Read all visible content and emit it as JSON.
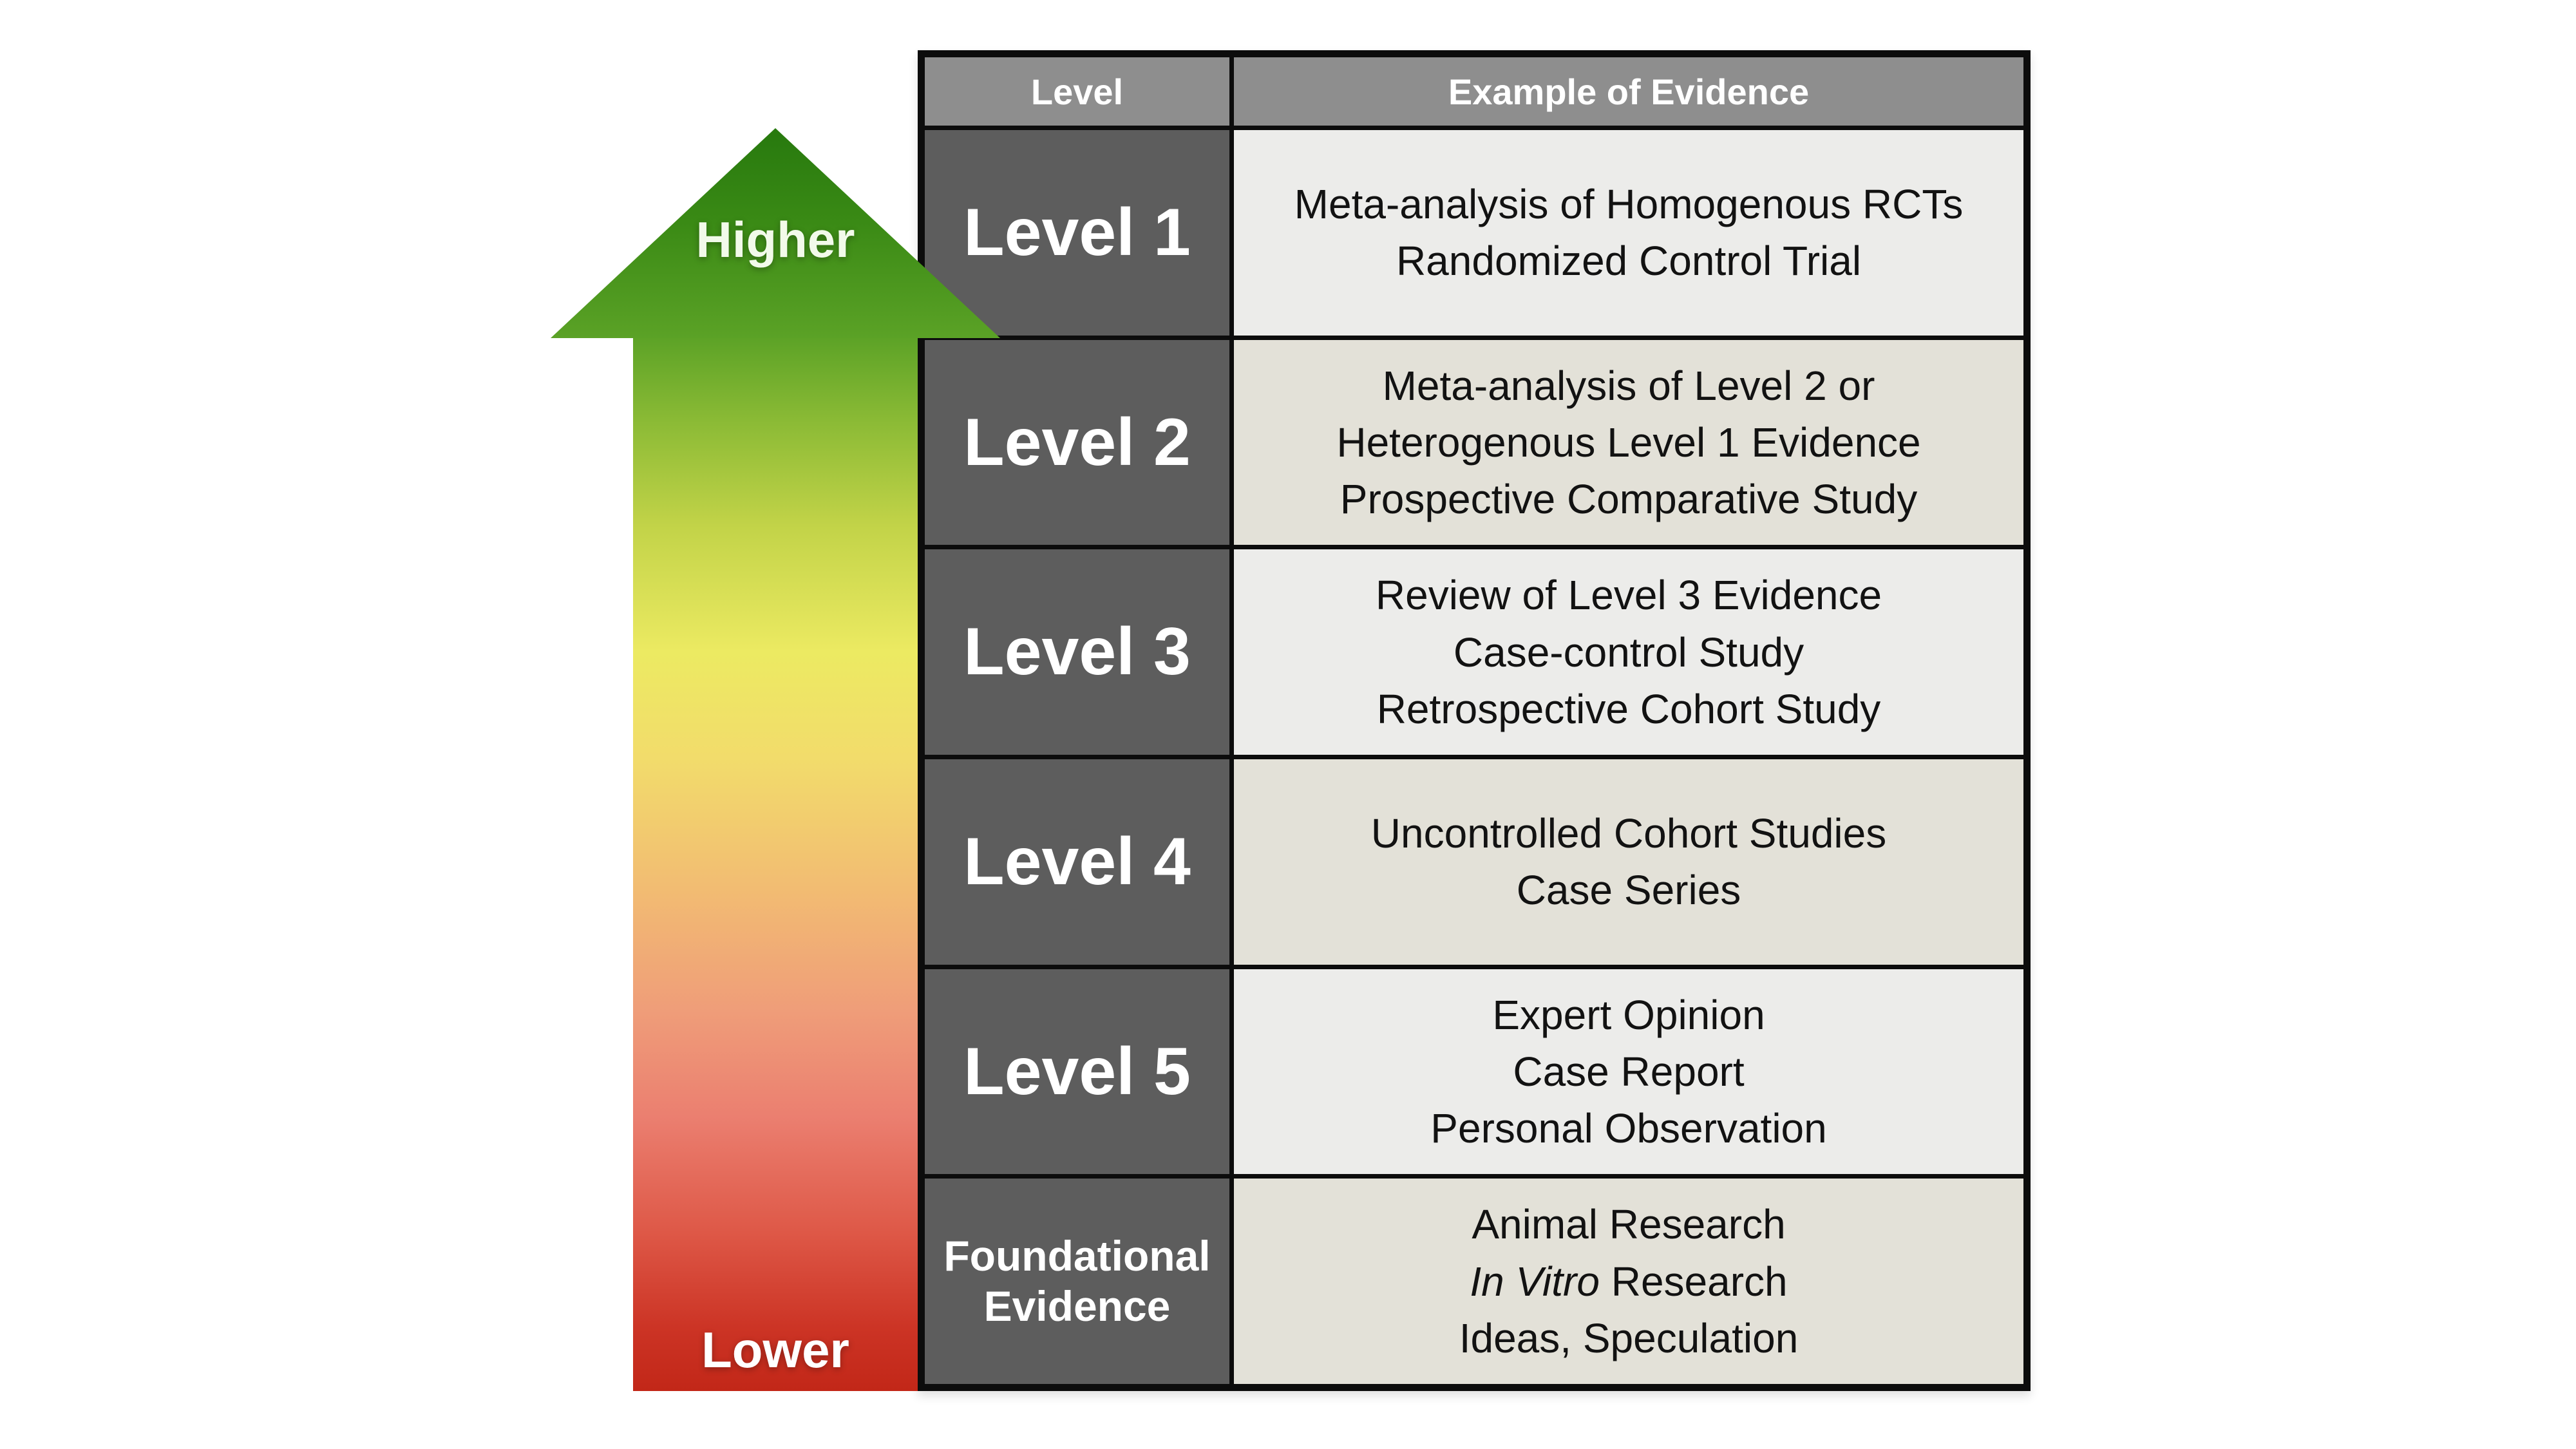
{
  "arrow": {
    "higher_label": "Higher",
    "lower_label": "Lower",
    "direction": "up",
    "gradient_top_color": "#27790e",
    "gradient_mid_color": "#ecea62",
    "gradient_bottom_color": "#c22718"
  },
  "table": {
    "headers": {
      "level": "Level",
      "evidence": "Example of Evidence"
    },
    "rows": [
      {
        "level": "Level 1",
        "lines": [
          "Meta-analysis of Homogenous RCTs",
          "Randomized Control Trial"
        ]
      },
      {
        "level": "Level 2",
        "lines": [
          "Meta-analysis of Level 2 or",
          "Heterogenous Level 1 Evidence",
          "Prospective Comparative Study"
        ]
      },
      {
        "level": "Level 3",
        "lines": [
          "Review of Level 3 Evidence",
          "Case-control Study",
          "Retrospective Cohort Study"
        ]
      },
      {
        "level": "Level 4",
        "lines": [
          "Uncontrolled Cohort Studies",
          "Case Series"
        ]
      },
      {
        "level": "Level 5",
        "lines": [
          "Expert Opinion",
          "Case Report",
          "Personal Observation"
        ]
      },
      {
        "level": "Foundational Evidence",
        "lines": [
          "Animal Research",
          "In Vitro Research",
          "Ideas, Speculation"
        ],
        "line_1_italic_part": "In Vitro",
        "line_1_regular_part": " Research"
      }
    ]
  },
  "colors": {
    "header_bg": "#8e8e8e",
    "level_cell_bg": "#5d5d5d",
    "row_bg_light": "#ececea",
    "row_bg_warm": "#e3e1d8",
    "border": "#0c0c0c",
    "header_text": "#ffffff",
    "body_text": "#121212"
  }
}
